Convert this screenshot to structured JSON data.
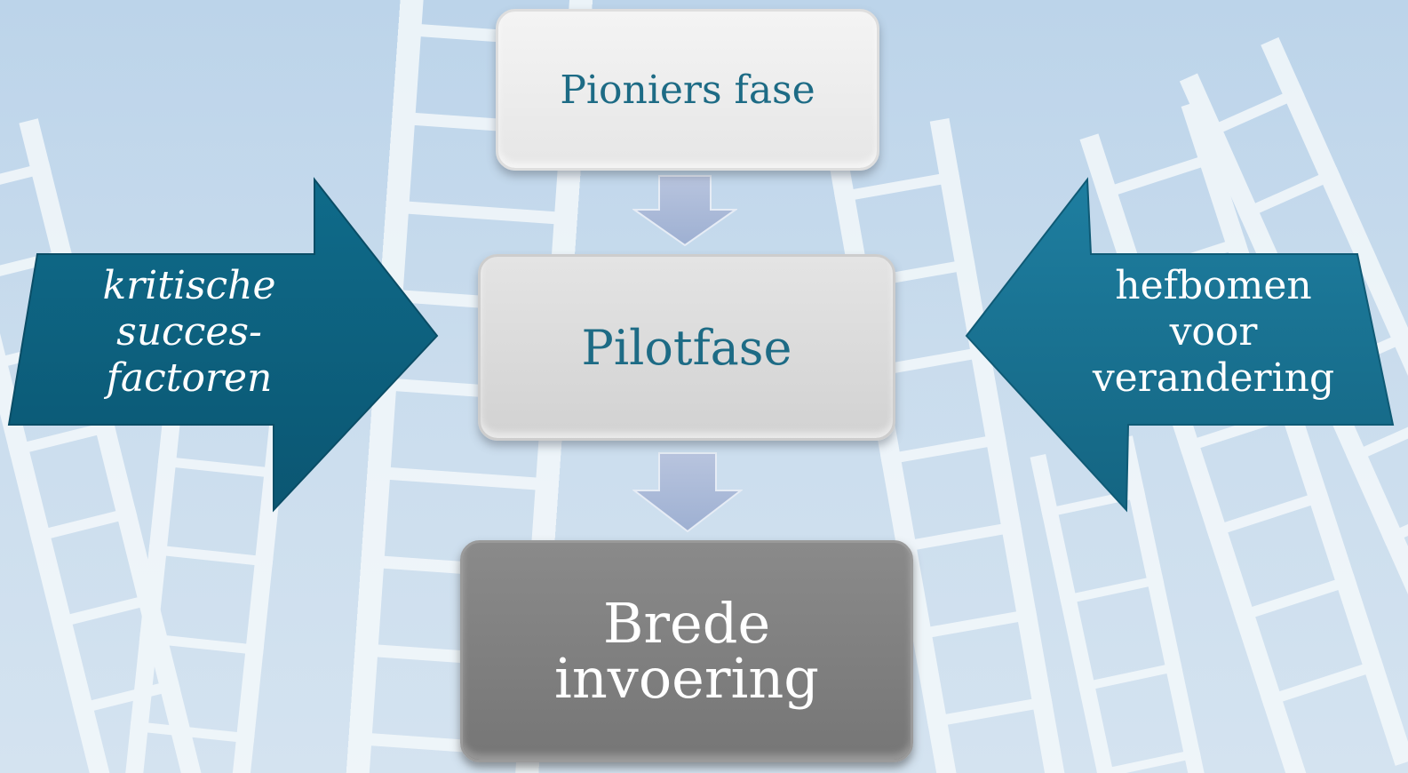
{
  "diagram": {
    "phases": [
      {
        "label": "Pioniers fase"
      },
      {
        "label": "Pilotfase"
      },
      {
        "label": "Brede\ninvoering"
      }
    ],
    "left_arrow": {
      "label": "kritische\nsucces-\nfactoren"
    },
    "right_arrow": {
      "label": "hefbomen\nvoor\nverandering"
    }
  },
  "colors": {
    "background": "#c9dced",
    "side_arrow": "#146582",
    "phase_text": "#1d6b85",
    "down_arrow": "#a9b8d6",
    "final_box": "#7f7f7f"
  }
}
